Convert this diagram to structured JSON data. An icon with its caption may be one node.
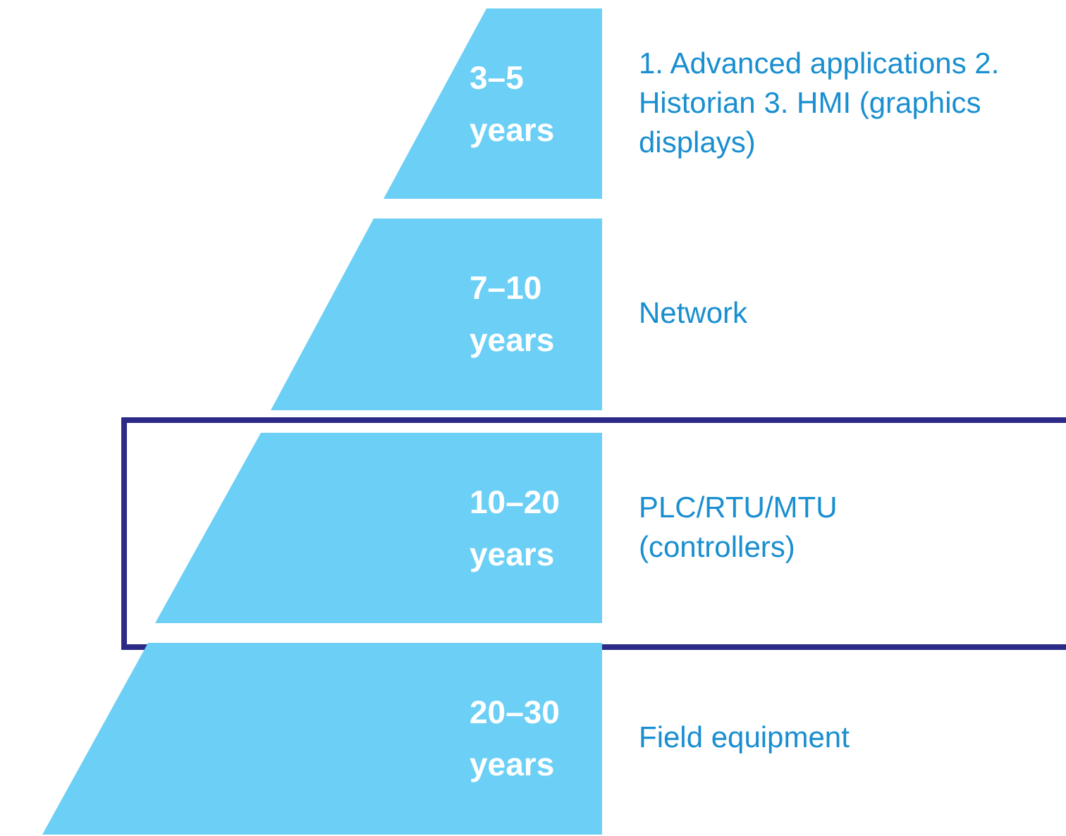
{
  "diagram": {
    "nodes": [
      {
        "text": [
          "3–5 years"
        ],
        "beside": [
          "1. Advanced applications 2. Historian 3. HMI (graphics displays)"
        ]
      },
      {
        "text": [
          "7–10 years"
        ],
        "beside": [
          "Network"
        ]
      },
      {
        "text": [
          "10–20 years"
        ],
        "beside": [
          "PLC/RTU/MTU (controllers)"
        ]
      },
      {
        "text": [
          "20–30 years"
        ],
        "beside": [
          "Field equipment"
        ]
      }
    ],
    "edges": []
  }
}
